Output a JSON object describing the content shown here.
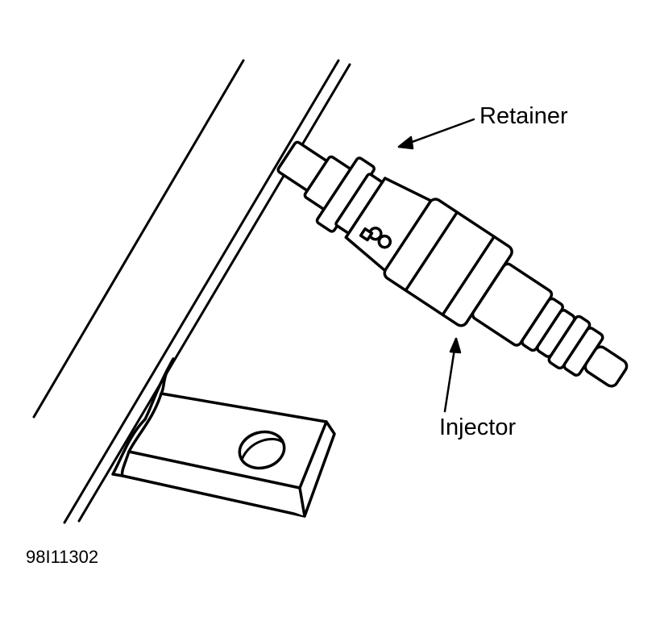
{
  "labels": {
    "retainer": "Retainer",
    "injector": "Injector"
  },
  "figure_code": "98I11302",
  "colors": {
    "ink": "#000000",
    "background": "#ffffff"
  }
}
